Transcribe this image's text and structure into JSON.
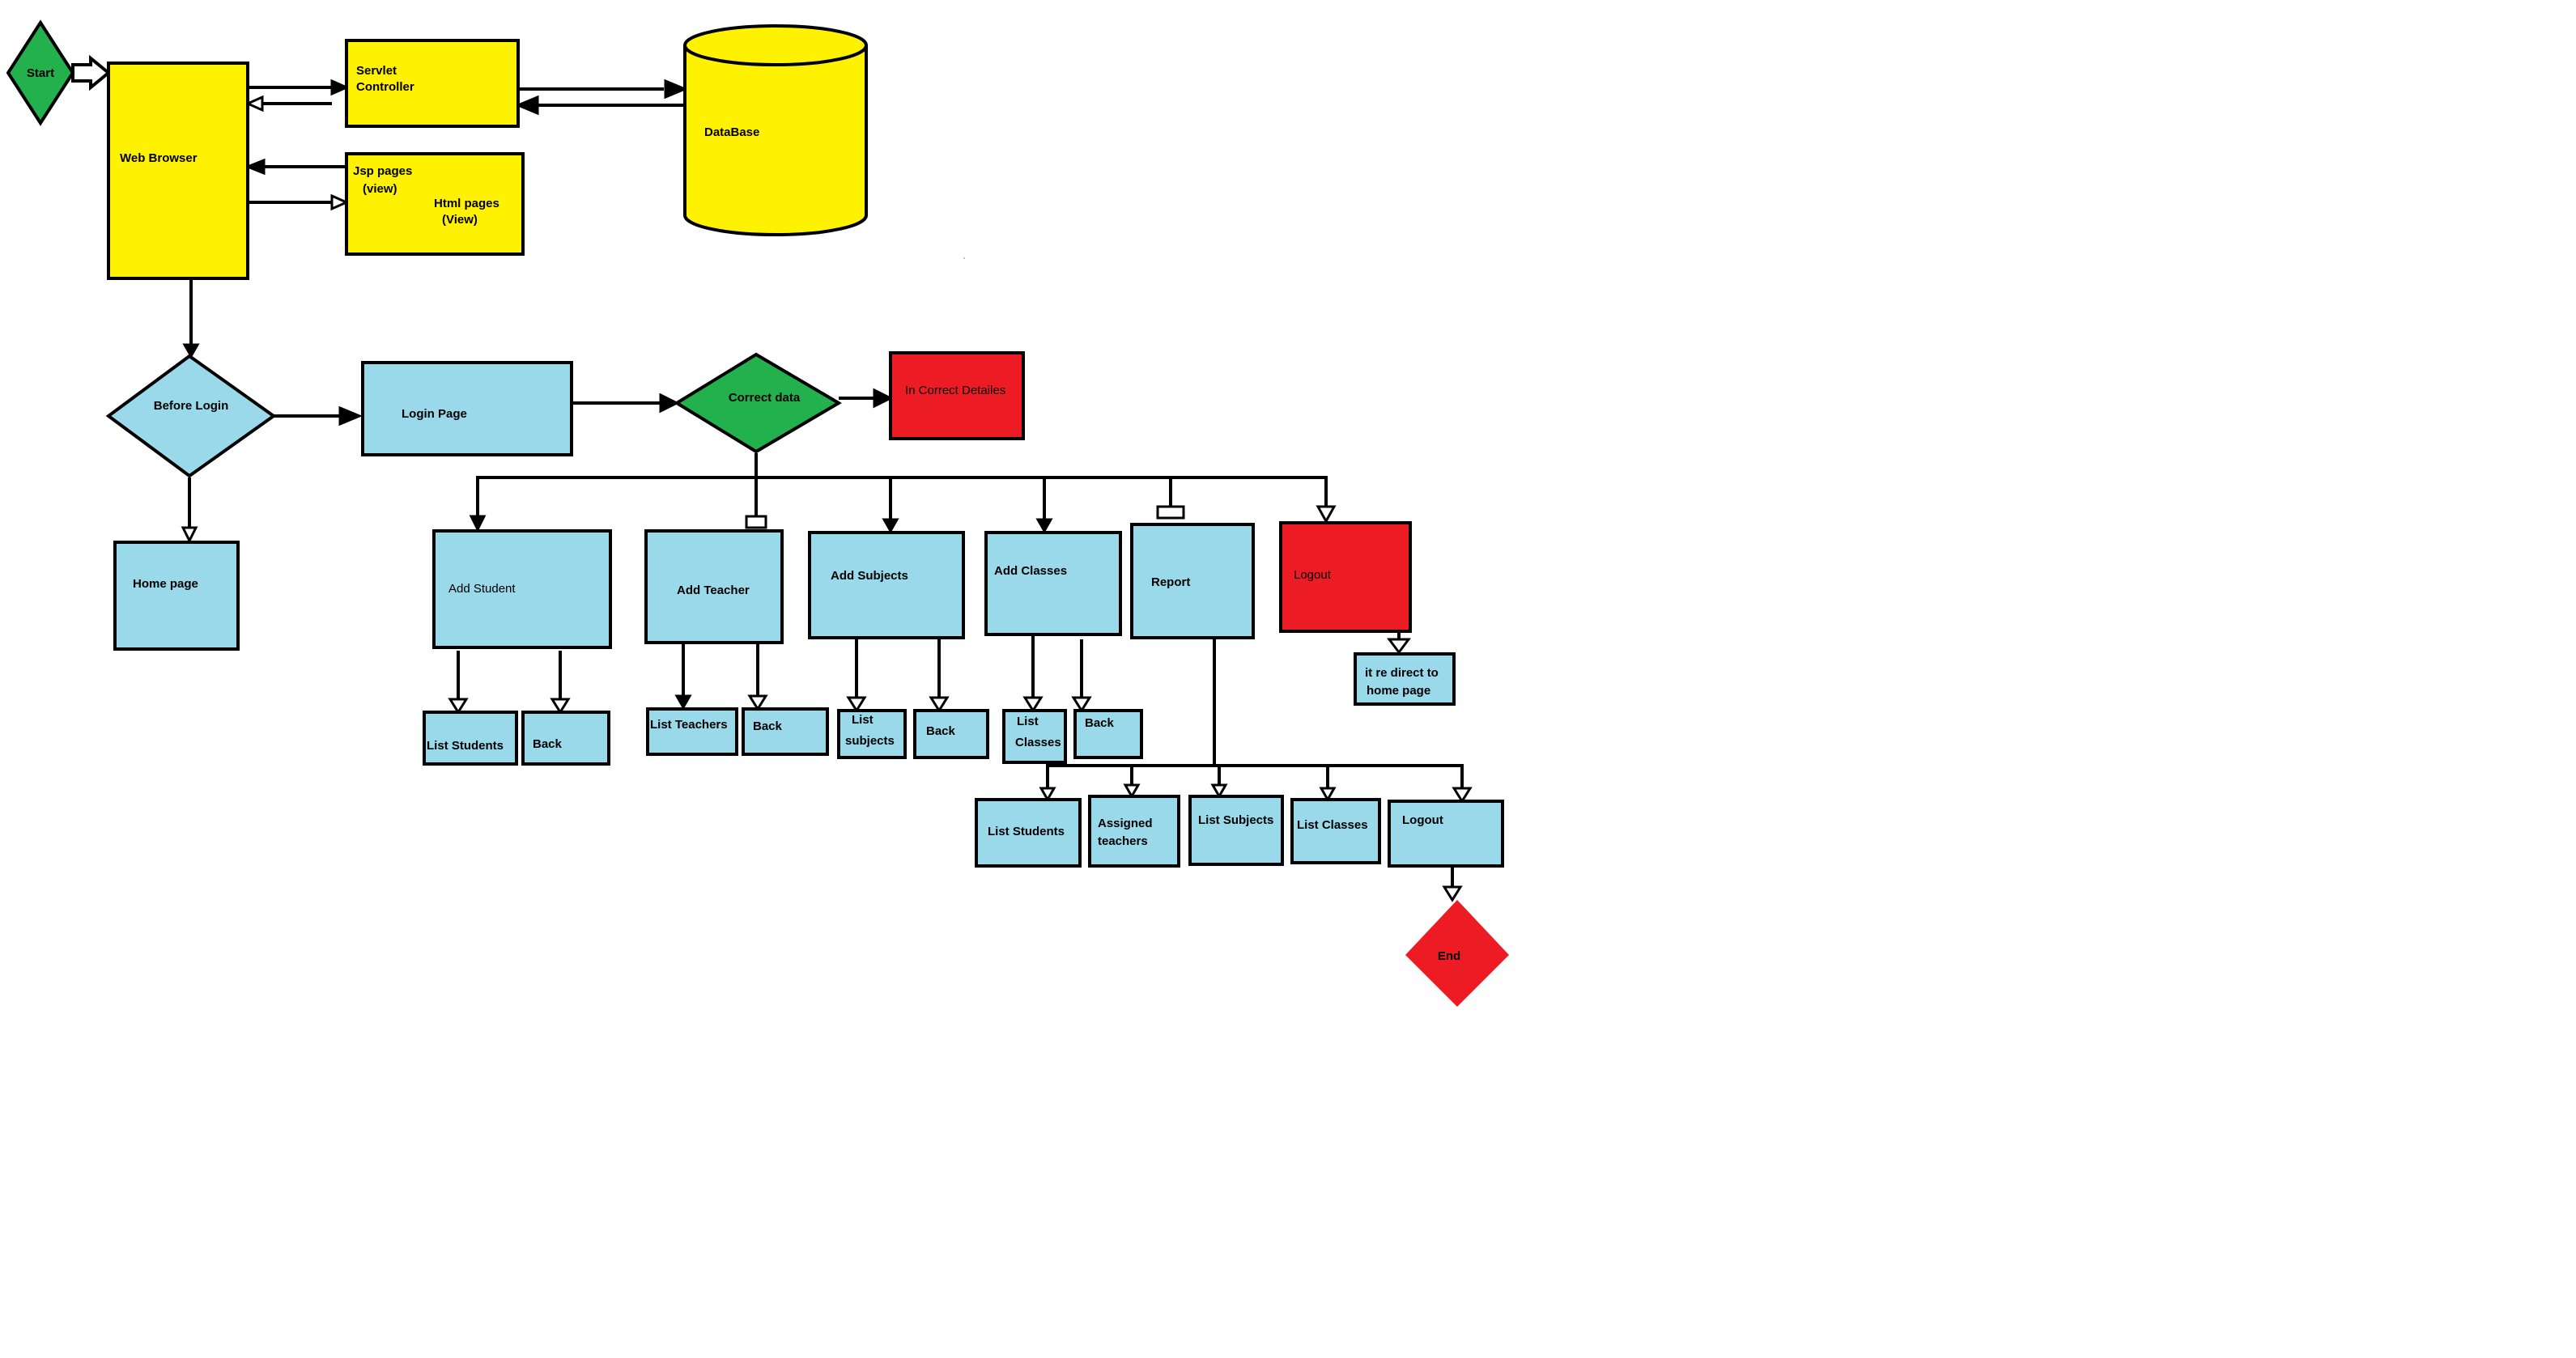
{
  "colors": {
    "yellow": "#FFF200",
    "blue": "#99D9EA",
    "green": "#22B14C",
    "red": "#ED1C24"
  },
  "nodes": {
    "start": "Start",
    "web_browser": "Web Browser",
    "servlet": [
      "Servlet",
      "Controller"
    ],
    "jsp": [
      "Jsp pages",
      "(view)"
    ],
    "html": [
      "Html pages",
      "(View)"
    ],
    "database": "DataBase",
    "before_login": "Before Login",
    "login_page": "Login Page",
    "home_page": "Home page",
    "correct_data": "Correct data",
    "incorrect": "In Correct Detailes",
    "add_student": "Add Student",
    "add_teacher": "Add Teacher",
    "add_subjects": "Add Subjects",
    "add_classes": "Add Classes",
    "report": "Report",
    "logout": "Logout",
    "redirect": [
      "it re direct to",
      "home page"
    ],
    "list_students": "List Students",
    "back": "Back",
    "list_teachers": "List Teachers",
    "list_subjects": [
      "List",
      "subjects"
    ],
    "list_classes": [
      "List",
      "Classes"
    ],
    "report_list_students": "List Students",
    "assigned_teachers": [
      "Assigned",
      "teachers"
    ],
    "report_list_subjects": "List Subjects",
    "report_list_classes": "List Classes",
    "report_logout": "Logout",
    "end": "End"
  }
}
